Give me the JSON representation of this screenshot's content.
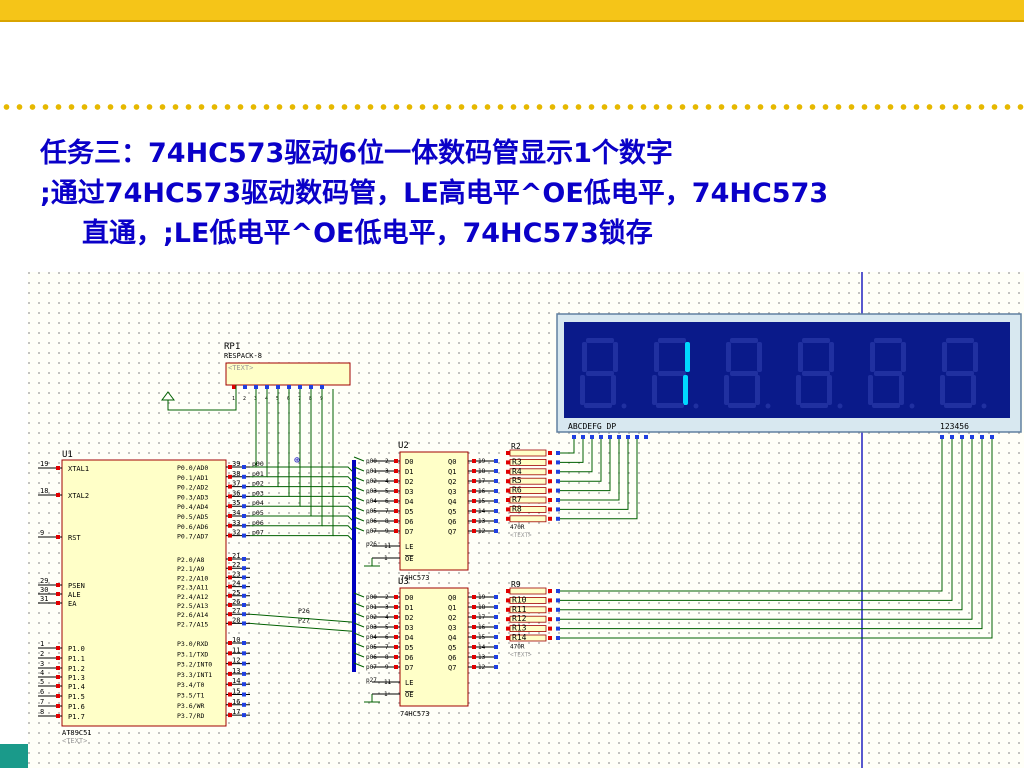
{
  "title": {
    "line1": "任务三：74HC573驱动6位一体数码管显示1个数字",
    "line2": ";通过74HC573驱动数码管，LE高电平^OE低电平，74HC573",
    "line3": "直通，;LE低电平^OE低电平，74HC573锁存"
  },
  "schematic": {
    "rp1": {
      "ref": "RP1",
      "part": "RESPACK-8",
      "text": "<TEXT>"
    },
    "mcu": {
      "ref": "U1",
      "part": "AT89C51",
      "text": "<TEXT>",
      "left_pins": [
        {
          "num": "19",
          "name": "XTAL1"
        },
        {
          "num": "18",
          "name": "XTAL2"
        },
        {
          "num": "9",
          "name": "RST"
        },
        {
          "num": "29",
          "name": "PSEN"
        },
        {
          "num": "30",
          "name": "ALE"
        },
        {
          "num": "31",
          "name": "EA"
        },
        {
          "num": "1",
          "name": "P1.0"
        },
        {
          "num": "2",
          "name": "P1.1"
        },
        {
          "num": "3",
          "name": "P1.2"
        },
        {
          "num": "4",
          "name": "P1.3"
        },
        {
          "num": "5",
          "name": "P1.4"
        },
        {
          "num": "6",
          "name": "P1.5"
        },
        {
          "num": "7",
          "name": "P1.6"
        },
        {
          "num": "8",
          "name": "P1.7"
        }
      ],
      "right_pins": [
        {
          "num": "39",
          "name": "P0.0/AD0",
          "net": "p00"
        },
        {
          "num": "38",
          "name": "P0.1/AD1",
          "net": "p01"
        },
        {
          "num": "37",
          "name": "P0.2/AD2",
          "net": "p02"
        },
        {
          "num": "36",
          "name": "P0.3/AD3",
          "net": "p03"
        },
        {
          "num": "35",
          "name": "P0.4/AD4",
          "net": "p04"
        },
        {
          "num": "34",
          "name": "P0.5/AD5",
          "net": "p05"
        },
        {
          "num": "33",
          "name": "P0.6/AD6",
          "net": "p06"
        },
        {
          "num": "32",
          "name": "P0.7/AD7",
          "net": "p07"
        },
        {
          "num": "21",
          "name": "P2.0/A8",
          "net": ""
        },
        {
          "num": "22",
          "name": "P2.1/A9",
          "net": ""
        },
        {
          "num": "23",
          "name": "P2.2/A10",
          "net": ""
        },
        {
          "num": "24",
          "name": "P2.3/A11",
          "net": ""
        },
        {
          "num": "25",
          "name": "P2.4/A12",
          "net": ""
        },
        {
          "num": "26",
          "name": "P2.5/A13",
          "net": ""
        },
        {
          "num": "27",
          "name": "P2.6/A14",
          "net": "P26"
        },
        {
          "num": "28",
          "name": "P2.7/A15",
          "net": "P27"
        },
        {
          "num": "10",
          "name": "P3.0/RXD",
          "net": ""
        },
        {
          "num": "11",
          "name": "P3.1/TXD",
          "net": ""
        },
        {
          "num": "12",
          "name": "P3.2/INT0",
          "net": ""
        },
        {
          "num": "13",
          "name": "P3.3/INT1",
          "net": ""
        },
        {
          "num": "14",
          "name": "P3.4/T0",
          "net": ""
        },
        {
          "num": "15",
          "name": "P3.5/T1",
          "net": ""
        },
        {
          "num": "16",
          "name": "P3.6/WR",
          "net": ""
        },
        {
          "num": "17",
          "name": "P3.7/RD",
          "net": ""
        }
      ]
    },
    "latch_top": {
      "ref": "U2",
      "part": "74HC573",
      "le_net": "p26",
      "inputs": [
        "D0",
        "D1",
        "D2",
        "D3",
        "D4",
        "D5",
        "D6",
        "D7"
      ],
      "outputs": [
        "Q0",
        "Q1",
        "Q2",
        "Q3",
        "Q4",
        "Q5",
        "Q6",
        "Q7"
      ],
      "in_pins": [
        "2",
        "3",
        "4",
        "5",
        "6",
        "7",
        "8",
        "9"
      ],
      "out_pins": [
        "19",
        "18",
        "17",
        "16",
        "15",
        "14",
        "13",
        "12"
      ],
      "nets": [
        "p00",
        "p01",
        "p02",
        "p03",
        "p04",
        "p05",
        "p06",
        "p07"
      ],
      "le": "LE",
      "oe": "OE",
      "le_pin": "11",
      "oe_pin": "1"
    },
    "latch_bottom": {
      "ref": "U3",
      "part": "74HC573",
      "le_net": "p27",
      "inputs": [
        "D0",
        "D1",
        "D2",
        "D3",
        "D4",
        "D5",
        "D6",
        "D7"
      ],
      "outputs": [
        "Q0",
        "Q1",
        "Q2",
        "Q3",
        "Q4",
        "Q5",
        "Q6",
        "Q7"
      ],
      "in_pins": [
        "2",
        "3",
        "4",
        "5",
        "6",
        "7",
        "8",
        "9"
      ],
      "out_pins": [
        "19",
        "18",
        "17",
        "16",
        "15",
        "14",
        "13",
        "12"
      ],
      "nets": [
        "p00",
        "p01",
        "p02",
        "p03",
        "p04",
        "p05",
        "p06",
        "p07"
      ],
      "le": "LE",
      "oe": "OE",
      "le_pin": "11",
      "oe_pin": "1"
    },
    "res_top": {
      "ref": "R2",
      "labels": [
        "R3",
        "R4",
        "R5",
        "R6",
        "R7",
        "R8"
      ],
      "value": "470R",
      "text": "<TEXT>"
    },
    "res_bottom": {
      "ref": "R9",
      "labels": [
        "R10",
        "R11",
        "R12",
        "R13",
        "R14"
      ],
      "value": "470R",
      "text": "<TEXT>"
    },
    "display": {
      "segment_label": "ABCDEFG DP",
      "digit_label": "123456",
      "shown_digit": "1",
      "lit_color": "#00d8ff",
      "unlit_color": "#2030a0"
    },
    "colors": {
      "wire": "#006000",
      "part_fill": "#ffffc8",
      "part_border": "#a00000",
      "bus": "#0000c0"
    }
  }
}
